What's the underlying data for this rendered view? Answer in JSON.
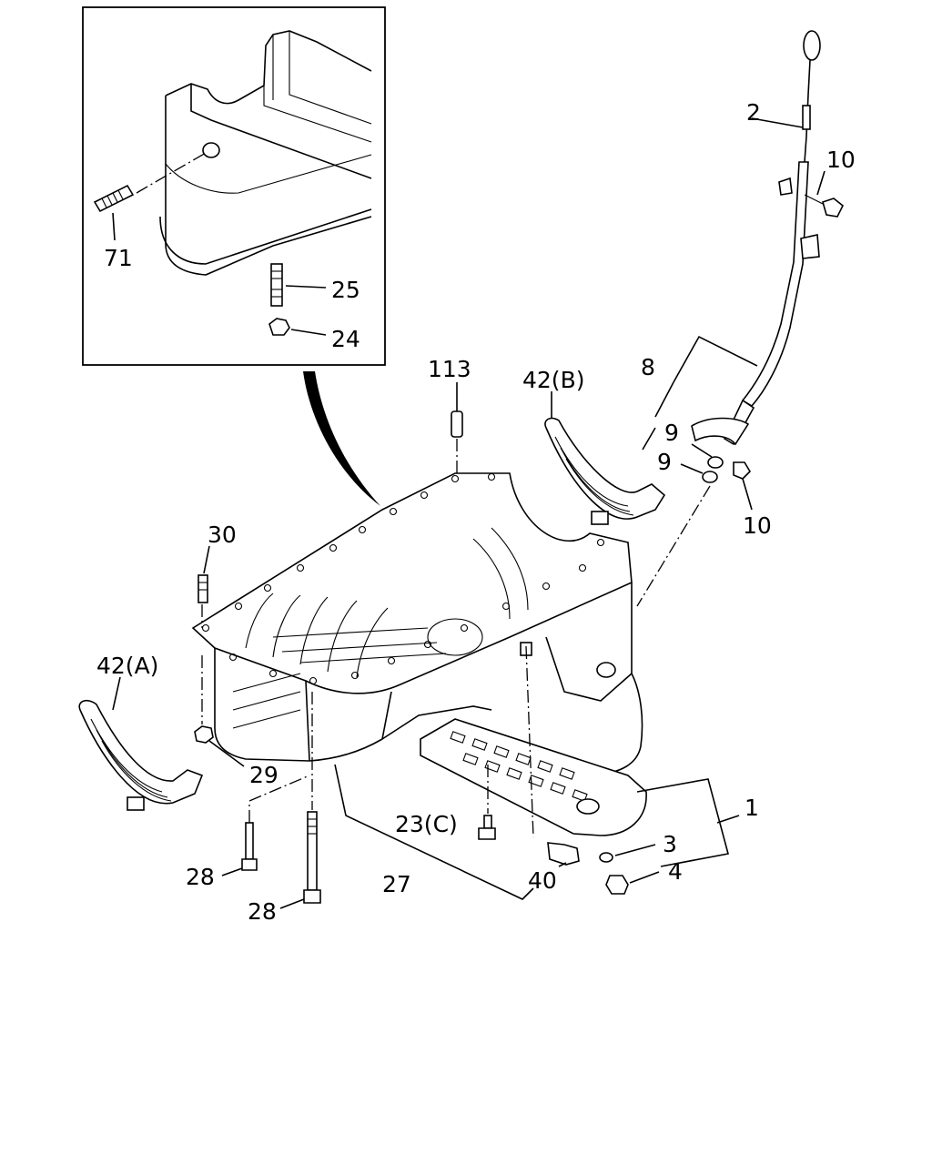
{
  "callouts": {
    "c71": "71",
    "c25": "25",
    "c24": "24",
    "c2": "2",
    "c10a": "10",
    "c113": "113",
    "c42b": "42(B)",
    "c8": "8",
    "c9a": "9",
    "c9b": "9",
    "c10b": "10",
    "c30": "30",
    "c42a": "42(A)",
    "c29": "29",
    "c1": "1",
    "c23c": "23(C)",
    "c3": "3",
    "c28a": "28",
    "c27": "27",
    "c40": "40",
    "c4": "4",
    "c28b": "28"
  }
}
